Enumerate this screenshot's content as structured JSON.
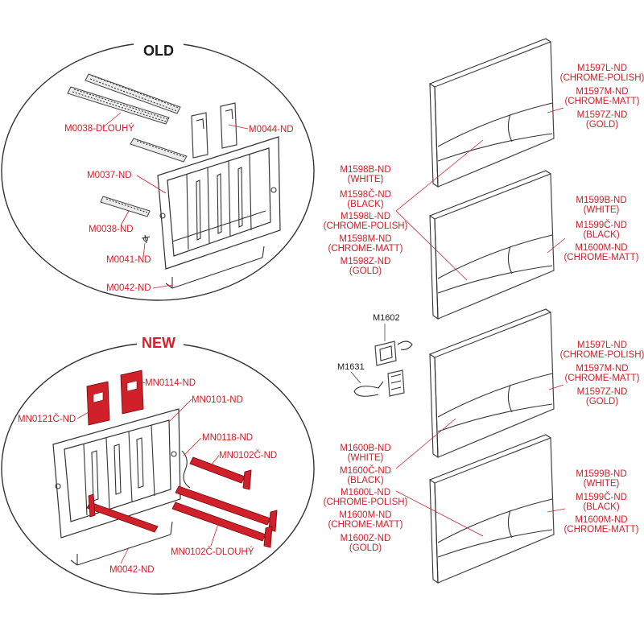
{
  "headings": {
    "old": "OLD",
    "new": "NEW"
  },
  "colors": {
    "accent_red": "#d0202a",
    "line": "#333333",
    "background": "#ffffff"
  },
  "old_labels": {
    "m0038_dlouhy": "M0038-DLOUHÝ",
    "m0044": "M0044-ND",
    "m0037": "M0037-ND",
    "m0038": "M0038-ND",
    "m0041": "M0041-ND",
    "m0042": "M0042-ND"
  },
  "new_labels": {
    "mn0114": "MN0114-ND",
    "mn0101": "MN0101-ND",
    "mn0121c": "MN0121Č-ND",
    "mn0118": "MN0118-ND",
    "mn0102c": "MN0102Č-ND",
    "mn0102c_dlouhy": "MN0102Č-DLOUHÝ",
    "m0042": "M0042-ND"
  },
  "small_parts": {
    "m1602": "M1602",
    "m1631": "M1631"
  },
  "plate1_right": [
    "M1597L-ND",
    "(CHROME-POLISH)",
    "M1597M-ND",
    "(CHROME-MATT)",
    "M1597Z-ND",
    "(GOLD)"
  ],
  "plate2_left": [
    "M1598B-ND",
    "(WHITE)",
    "M1598Č-ND",
    "(BLACK)",
    "M1598L-ND",
    "(CHROME-POLISH)",
    "M1598M-ND",
    "(CHROME-MATT)",
    "M1598Z-ND",
    "(GOLD)"
  ],
  "plate2_right": [
    "M1599B-ND",
    "(WHITE)",
    "M1599Č-ND",
    "(BLACK)",
    "M1600M-ND",
    "(CHROME-MATT)"
  ],
  "plate3_right": [
    "M1597L-ND",
    "(CHROME-POLISH)",
    "M1597M-ND",
    "(CHROME-MATT)",
    "M1597Z-ND",
    "(GOLD)"
  ],
  "plate4_left": [
    "M1600B-ND",
    "(WHITE)",
    "M1600Č-ND",
    "(BLACK)",
    "M1600L-ND",
    "(CHROME-POLISH)",
    "M1600M-ND",
    "(CHROME-MATT)",
    "M1600Z-ND",
    "(GOLD)"
  ],
  "plate4_right": [
    "M1599B-ND",
    "(WHITE)",
    "M1599Č-ND",
    "(BLACK)",
    "M1600M-ND",
    "(CHROME-MATT)"
  ]
}
